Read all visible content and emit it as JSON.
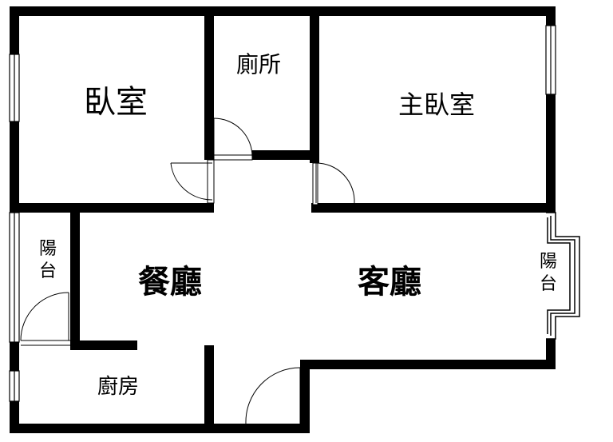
{
  "rooms": {
    "bedroom": "臥室",
    "toilet": "廁所",
    "master_bedroom": "主臥室",
    "balcony_left": [
      "陽",
      "台"
    ],
    "dining": "餐廳",
    "living": "客廳",
    "balcony_right": [
      "陽",
      "台"
    ],
    "kitchen": "廚房"
  },
  "colors": {
    "wall": "#000000",
    "background": "#ffffff",
    "line": "#000000"
  }
}
